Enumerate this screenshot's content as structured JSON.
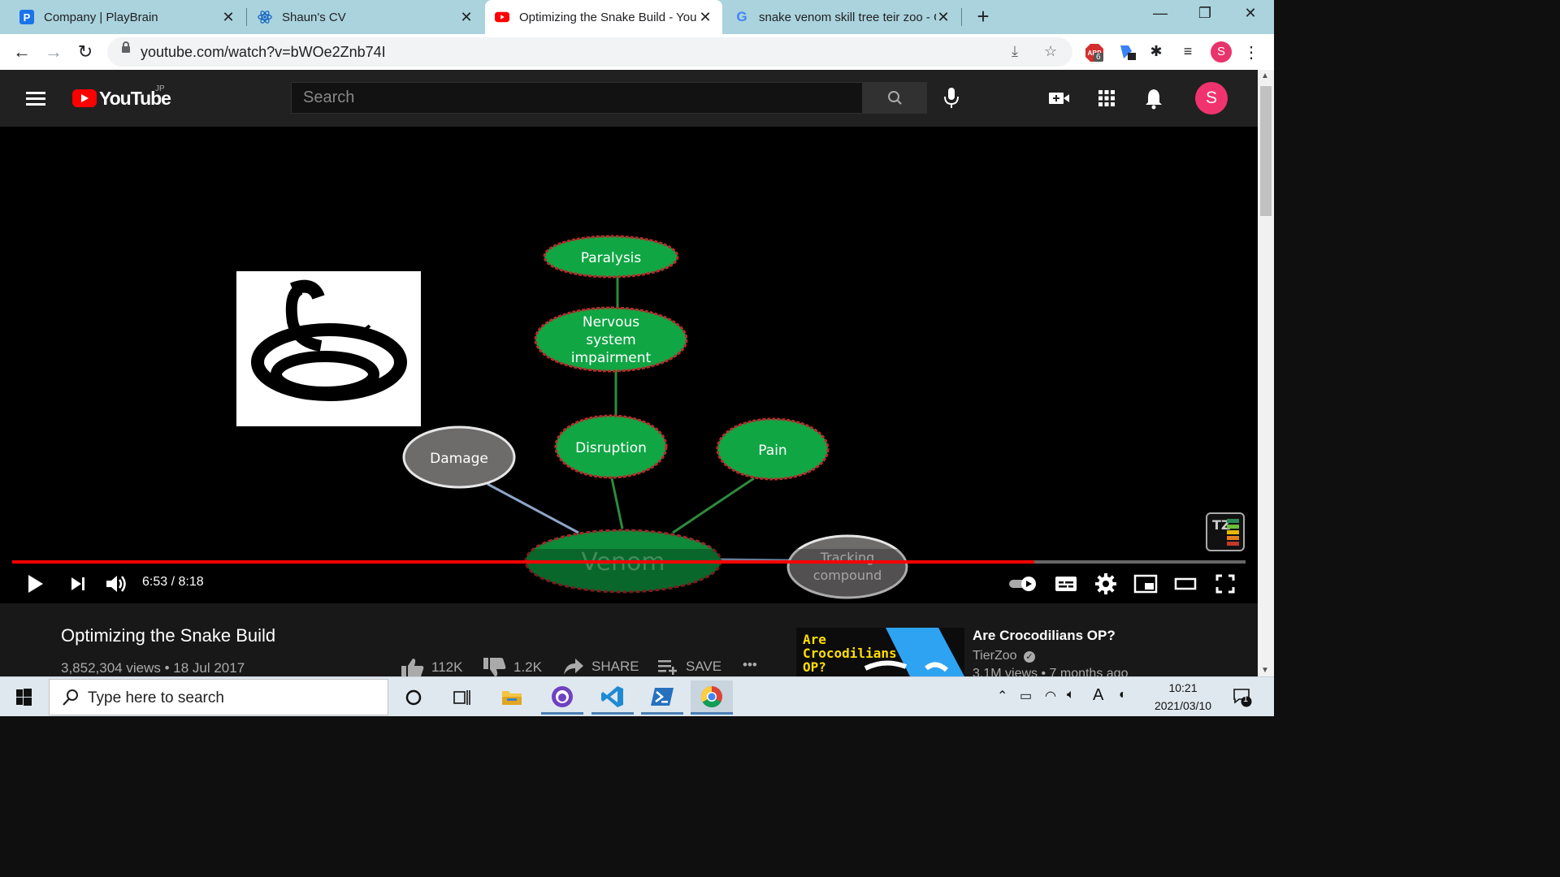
{
  "browser": {
    "tabs": [
      {
        "title": "Company | PlayBrain",
        "favicon": "playbrain-p-icon",
        "active": false
      },
      {
        "title": "Shaun's CV",
        "favicon": "react-atom-icon",
        "active": false
      },
      {
        "title": "Optimizing the Snake Build - You",
        "favicon": "youtube-icon",
        "active": true
      },
      {
        "title": "snake venom skill tree teir zoo - G",
        "favicon": "google-g-icon",
        "active": false
      }
    ],
    "new_tab_label": "+",
    "url": "youtube.com/watch?v=bWOe2Znb74I",
    "extension_badge": "6",
    "profile_initial": "S"
  },
  "youtube": {
    "logo_text": "YouTube",
    "region": "JP",
    "search_placeholder": "Search",
    "avatar_initial": "S"
  },
  "video_frame": {
    "nodes": [
      "Paralysis",
      "Nervous",
      "system",
      "impairment",
      "Damage",
      "Disruption",
      "Pain",
      "Venom",
      "Tracking",
      "compound"
    ],
    "badge": "TZ"
  },
  "player": {
    "current_time": "6:53",
    "duration": "8:18",
    "time_display": "6:53 / 8:18",
    "progress_fraction": 0.8287
  },
  "video": {
    "title": "Optimizing the Snake Build",
    "views": "3,852,304 views",
    "date": "18 Jul 2017",
    "meta": "3,852,304 views • 18 Jul 2017",
    "likes": "112K",
    "dislikes": "1.2K",
    "share_label": "SHARE",
    "save_label": "SAVE",
    "more_label": "•••"
  },
  "recommendation": {
    "thumb_text_1": "Are",
    "thumb_text_2": "Crocodilians",
    "thumb_text_3": "OP?",
    "title": "Are Crocodilians OP?",
    "channel": "TierZoo",
    "meta": "3.1M views • 7 months ago"
  },
  "taskbar": {
    "search_placeholder": "Type here to search",
    "time": "10:21",
    "date": "2021/03/10",
    "ime_label": "A",
    "notification_count": "1"
  }
}
